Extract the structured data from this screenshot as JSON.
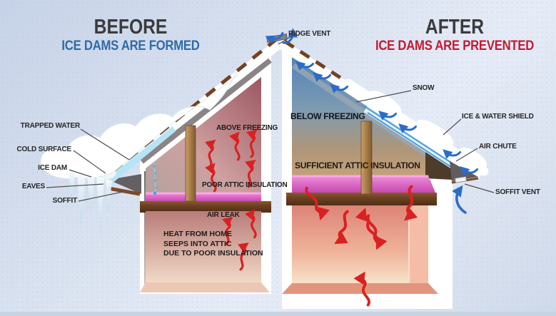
{
  "header": {
    "before": {
      "title": "BEFORE",
      "subtitle": "ICE DAMS ARE FORMED"
    },
    "after": {
      "title": "AFTER",
      "subtitle": "ICE DAMS ARE PREVENTED"
    }
  },
  "before_labels": {
    "trapped_water": "TRAPPED WATER",
    "cold_surface": "COLD SURFACE",
    "ice_dam": "ICE DAM",
    "eaves": "EAVES",
    "soffit": "SOFFIT",
    "above_freezing": "ABOVE FREEZING",
    "poor_attic_insulation": "POOR ATTIC INSULATION",
    "air_leak": "AIR LEAK",
    "heat_note": [
      "HEAT FROM HOME",
      "SEEPS INTO ATTIC",
      "DUE TO POOR INSULATION"
    ]
  },
  "after_labels": {
    "ridge_vent": "RIDGE VENT",
    "snow": "SNOW",
    "below_freezing": "BELOW FREEZING",
    "sufficient_attic_insulation": "SUFFICIENT ATTIC INSULATION",
    "ice_water_shield": "ICE & WATER SHIELD",
    "air_chute": "AIR CHUTE",
    "soffit_vent": "SOFFIT VENT"
  },
  "colors": {
    "title_text": "#3b3b3d",
    "subtitle_before": "#2f6ba8",
    "subtitle_after": "#c41931",
    "label_text": "#262626",
    "heat_arrow_red": "#d92121",
    "airflow_arrow_blue": "#2b6cc8",
    "insulation_pink": "#d957c0",
    "warm_attic_rose": "#b4737c",
    "cold_attic_blue": "#4f83bb",
    "snow_white": "#ffffff",
    "trapped_water_cyan": "#b5e4f6",
    "wood_brown": "#74421e"
  }
}
